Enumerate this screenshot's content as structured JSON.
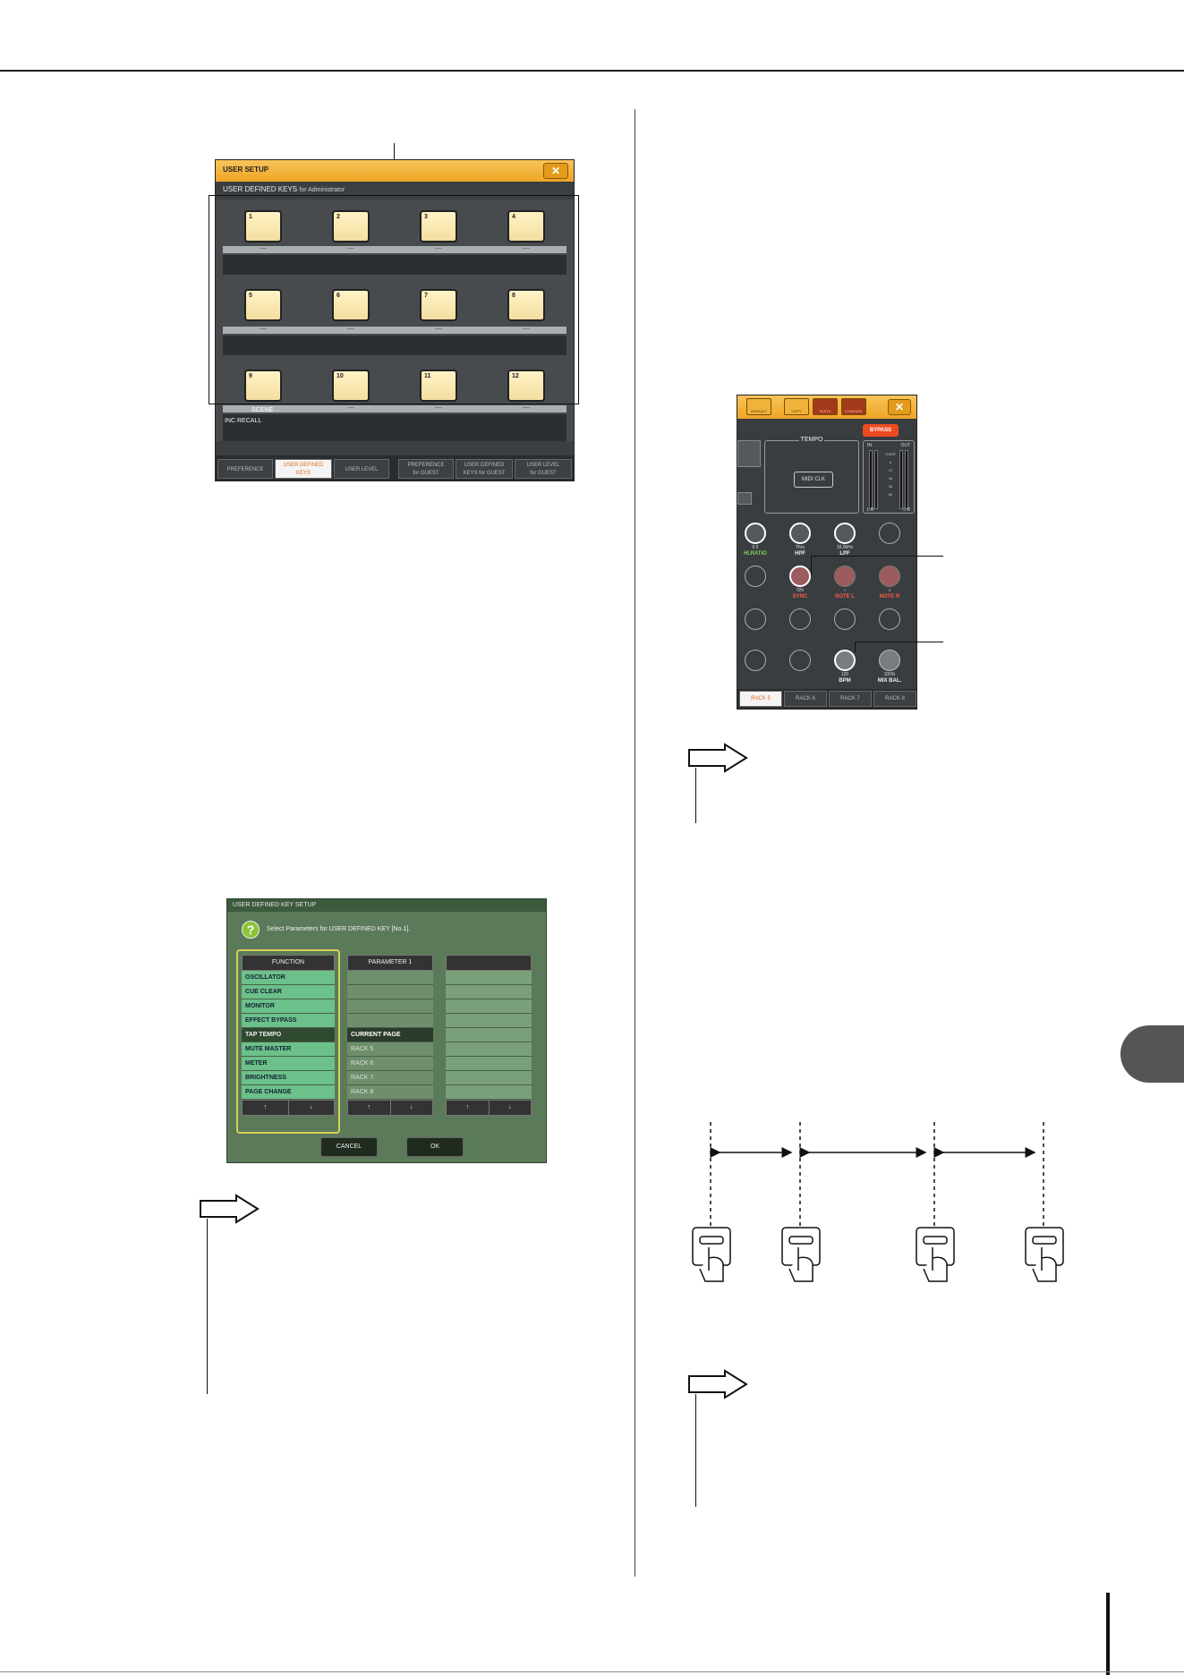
{
  "user_setup": {
    "title": "USER SETUP",
    "close_label": "✕",
    "subtitle": "USER DEFINED KEYS",
    "subtitle_small": "for Administrator",
    "keys": [
      {
        "label": "1",
        "assign": "----"
      },
      {
        "label": "2",
        "assign": "----"
      },
      {
        "label": "3",
        "assign": "----"
      },
      {
        "label": "4",
        "assign": "----"
      },
      {
        "label": "5",
        "assign": "----"
      },
      {
        "label": "6",
        "assign": "----"
      },
      {
        "label": "7",
        "assign": "----"
      },
      {
        "label": "8",
        "assign": "----"
      },
      {
        "label": "9",
        "assign": "SCENE"
      },
      {
        "label": "10",
        "assign": "----"
      },
      {
        "label": "11",
        "assign": "----"
      },
      {
        "label": "12",
        "assign": "----"
      }
    ],
    "scene_sub": "INC RECALL",
    "tabs": [
      {
        "line1": "PREFERENCE",
        "line2": ""
      },
      {
        "line1": "USER DEFINED",
        "line2": "KEYS"
      },
      {
        "line1": "USER LEVEL",
        "line2": ""
      },
      {
        "line1": "PREFERENCE",
        "line2": "for GUEST"
      },
      {
        "line1": "USER DEFINED",
        "line2": "KEYS for GUEST"
      },
      {
        "line1": "USER LEVEL",
        "line2": "for GUEST"
      }
    ]
  },
  "effect_rack": {
    "icons": [
      "DEFAULT",
      "COPY",
      "PASTE",
      "COMPARE"
    ],
    "close_label": "✕",
    "bypass_label": "BYPASS",
    "tempo_label": "TEMPO",
    "midi_clk_label": "MIDI CLK",
    "meter_in": "IN",
    "meter_out": "OUT",
    "meter_scale": [
      "OVER",
      "6",
      "12",
      "18",
      "30",
      "60"
    ],
    "meter_lr": "L R",
    "knobs": {
      "hi_ratio": {
        "value": "0.5",
        "label": "HI.RATIO"
      },
      "hpf": {
        "value": "Thru",
        "label": "HPF"
      },
      "lpf": {
        "value": "16.0kHz",
        "label": "LPF"
      },
      "sync": {
        "value": "ON",
        "label": "SYNC"
      },
      "note_l": {
        "value": "♪",
        "label": "NOTE L"
      },
      "note_r": {
        "value": "♫",
        "label": "NOTE R"
      },
      "bpm": {
        "value": "120",
        "label": "BPM"
      },
      "mix_bal": {
        "value": "100%",
        "label": "MIX BAL."
      }
    },
    "tabs": [
      "RACK 5",
      "RACK 6",
      "RACK 7",
      "RACK 8"
    ]
  },
  "udk_setup": {
    "title": "USER DEFINED KEY SETUP",
    "question_icon": "?",
    "message": "Select Parameters for USER DEFINED KEY [No.1].",
    "function_header": "FUNCTION",
    "parameter_header": "PARAMETER 1",
    "third_header": "",
    "functions": [
      "OSCILLATOR",
      "CUE CLEAR",
      "MONITOR",
      "EFFECT BYPASS",
      "TAP TEMPO",
      "MUTE MASTER",
      "METER",
      "BRIGHTNESS",
      "PAGE CHANGE"
    ],
    "parameters": [
      "",
      "",
      "",
      "",
      "CURRENT PAGE",
      "RACK 5",
      "RACK 6",
      "RACK 7",
      "RACK 8"
    ],
    "up_arrow": "↑",
    "down_arrow": "↓",
    "cancel_label": "CANCEL",
    "ok_label": "OK"
  }
}
